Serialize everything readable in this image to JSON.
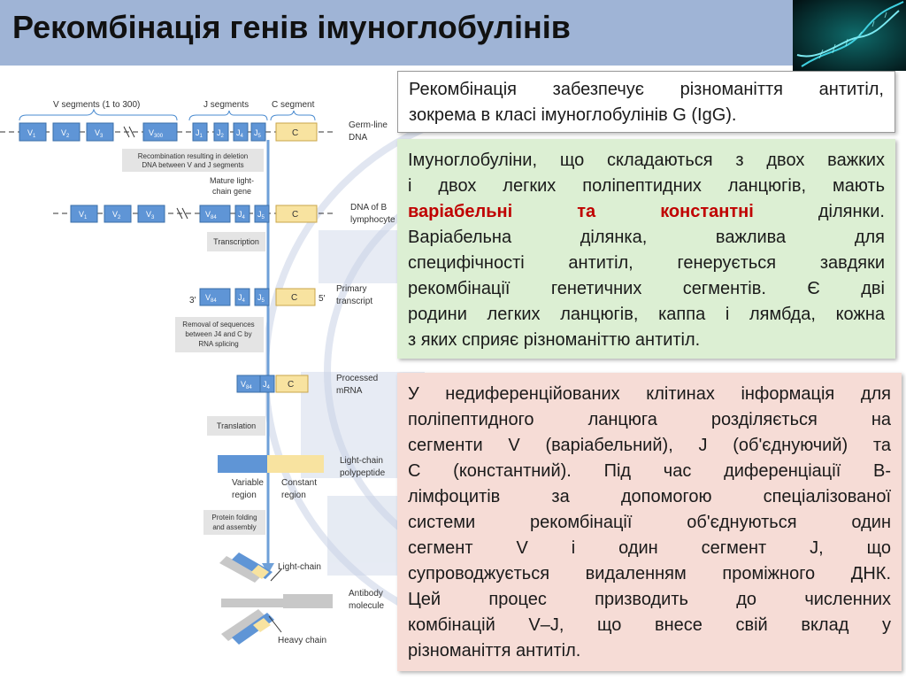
{
  "title": "Рекомбінація генів імуноглобулінів",
  "box_top": {
    "lines": [
      "Рекомбінація забезпечує різноманіття антитіл,",
      "зокрема в класі імуноглобулінів G (IgG)."
    ]
  },
  "box_green": {
    "line1": "Імуноглобуліни, що складаються з двох важких",
    "line2": "і двох легких поліпептидних ланцюгів, мають",
    "hl_var": "варіабельні",
    "ta": "та",
    "hl_const": "константні",
    "line3_end": "ділянки.",
    "line4": "Варіабельна ділянка, важлива для",
    "line5": "специфічності антитіл, генерується завдяки",
    "line6": "рекомбінації генетичних сегментів. Є дві",
    "line7": "родини легких ланцюгів, каппа і лямбда, кожна",
    "line8": "з яких сприяє різноманіттю антитіл."
  },
  "box_pink": {
    "lines": [
      "У недиференційованих клітинах інформація для",
      "поліпептидного ланцюга розділяється на",
      "сегменти V (варіабельний), J (об'єднуючий) та",
      "C (константний). Під час диференціації В-",
      "лімфоцитів за допомогою спеціалізованої",
      "системи рекомбінації об'єднуються один",
      "сегмент V і один сегмент J, що",
      "супроводжується видаленням проміжного ДНК.",
      "Цей процес призводить до численних",
      "комбінацій V–J, що внесе свій вклад у"
    ],
    "last": "різноманіття антитіл."
  },
  "diagram": {
    "v_segments": "V segments (1 to 300)",
    "j_segments": "J segments",
    "c_segment": "C segment",
    "germline": [
      "Germ-line",
      "DNA"
    ],
    "v1": "V",
    "v2": "V",
    "v3": "V",
    "v300": "V",
    "sub1": "1",
    "sub2": "2",
    "sub3": "3",
    "sub300": "300",
    "sub84": "84",
    "sub4": "4",
    "sub5": "5",
    "j": "J",
    "c": "C",
    "recomb": [
      "Recombination resulting in deletion",
      "DNA between V and J segments"
    ],
    "mature": [
      "Mature light-",
      "chain gene"
    ],
    "dna_b": [
      "DNA of B",
      "lymphocyte"
    ],
    "transcription": "Transcription",
    "three": "3'",
    "five": "5'",
    "primary": [
      "Primary",
      "transcript"
    ],
    "removal": [
      "Removal of sequences",
      "between J4 and C by",
      "RNA splicing"
    ],
    "processed": [
      "Processed",
      "mRNA"
    ],
    "translation": "Translation",
    "lc_poly": [
      "Light-chain",
      "polypeptide"
    ],
    "variable": [
      "Variable",
      "region"
    ],
    "constant": [
      "Constant",
      "region"
    ],
    "folding": [
      "Protein folding",
      "and assembly"
    ],
    "light_chain": "Light-chain",
    "antibody": [
      "Antibody",
      "molecule"
    ],
    "heavy_chain": "Heavy chain"
  }
}
